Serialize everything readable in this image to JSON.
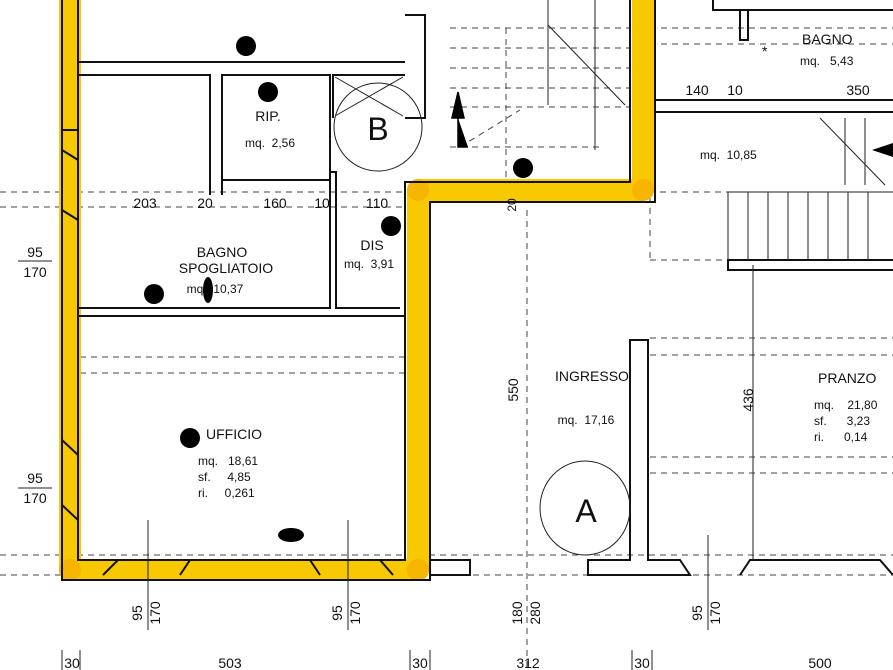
{
  "colors": {
    "highlight": "#f8c800",
    "highlight_corner": "#f5a800",
    "ink": "#111111"
  },
  "rooms": {
    "rip": {
      "name": "RIP.",
      "area": "mq.  2,56"
    },
    "bagno_spogliatoio": {
      "name_line1": "BAGNO",
      "name_line2": "SPOGLIATOIO",
      "area": "mq.  10,37"
    },
    "dis": {
      "name": "DIS",
      "area": "mq.  3,91"
    },
    "ufficio": {
      "name": "UFFICIO",
      "area": "mq.   18,61",
      "sf": "sf.     4,85",
      "ri": "ri.     0,261"
    },
    "ingresso": {
      "name": "INGRESSO",
      "area": "mq.  17,16"
    },
    "pranzo": {
      "name": "PRANZO",
      "area": "mq.    21,80",
      "sf": "sf.      3,23",
      "ri": "ri.      0,14"
    },
    "bagno": {
      "name": "BAGNO",
      "area": "mq.   5,43",
      "marker": "*"
    },
    "disimpegno_right": {
      "area": "mq.  10,85"
    }
  },
  "markers": {
    "a": "A",
    "b": "B"
  },
  "dimensions": {
    "row_mid": [
      "203",
      "20",
      "160",
      "10",
      "110"
    ],
    "row_top_right": [
      "140",
      "10",
      "350"
    ],
    "left_windows": [
      {
        "top": "95",
        "bottom": "170"
      },
      {
        "top": "95",
        "bottom": "170"
      }
    ],
    "bottom_windows": [
      {
        "top": "95",
        "bottom": "170"
      },
      {
        "top": "95",
        "bottom": "170"
      },
      {
        "top": "180",
        "bottom": "280"
      },
      {
        "top": "95",
        "bottom": "170"
      }
    ],
    "vertical": [
      "550",
      "436",
      "20"
    ],
    "bottom_row": [
      "30",
      "503",
      "30",
      "312",
      "30",
      "500"
    ]
  }
}
